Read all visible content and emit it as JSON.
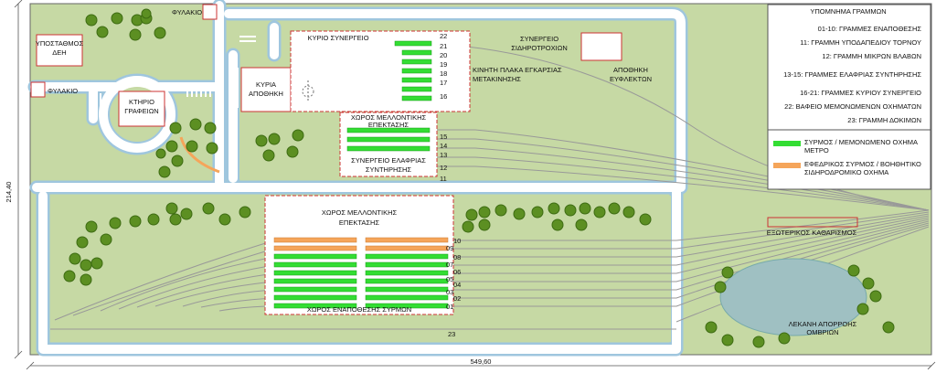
{
  "dimensions": {
    "height": "214,40",
    "width": "549,60"
  },
  "legend": {
    "title": "ΥΠΟΜΝΗΜΑ ΓΡΑΜΜΩΝ",
    "lines": [
      "01-10: ΓΡΑΜΜΕΣ ΕΝΑΠΟΘΕΣΗΣ",
      "11: ΓΡΑΜΜΗ ΥΠΟΔΑΠΕΔΙΟΥ ΤΟΡΝΟΥ",
      "12: ΓΡΑΜΜΗ ΜΙΚΡΩΝ ΒΛΑΒΩΝ",
      "13-15: ΓΡΑΜΜΕΣ ΕΛΑΦΡΙΑΣ ΣΥΝΤΗΡΗΣΗΣ",
      "16-21: ΓΡΑΜΜΕΣ ΚΥΡΙΟΥ ΣΥΝΕΡΓΕΙΟ",
      "22: ΒΑΦΕΙΟ ΜΕΜΟΝΩΜΕΝΩΝ ΟΧΗΜΑΤΩΝ",
      "23: ΓΡΑΜΜΗ ΔΟΚΙΜΩΝ"
    ],
    "swatch_green_label_1": "ΣΥΡΜΟΣ / ΜΕΜΟΝΩΜΕΝΟ ΟΧΗΜΑ",
    "swatch_green_label_2": "ΜΕΤΡΟ",
    "swatch_orange_label_1": "ΕΦΕΔΡΙΚΟΣ ΣΥΡΜΟΣ / ΒΟΗΘΗΤΙΚΟ",
    "swatch_orange_label_2": "ΣΙΔΗΡΟΔΡΟΜΙΚΟ ΟΧΗΜΑ",
    "colors": {
      "green": "#33dd33",
      "orange": "#f5a55a"
    }
  },
  "labels": {
    "guard_top": "ΦΥΛΑΚΙΟ",
    "guard_left": "ΦΥΛΑΚΙΟ",
    "substation_1": "ΥΠΟΣΤΑΘΜΟΣ",
    "substation_2": "ΔΕΗ",
    "office_1": "ΚΤΗΡΙΟ",
    "office_2": "ΓΡΑΦΕΙΩΝ",
    "main_warehouse_1": "ΚΥΡΙΑ",
    "main_warehouse_2": "ΑΠΟΘΗΚΗ",
    "main_workshop": "ΚΥΡΙΟ ΣΥΝΕΡΓΕΙΟ",
    "moving_plate_1": "ΚΙΝΗΤΗ ΠΛΑΚΑ ΕΓΚΑΡΣΙΑΣ",
    "moving_plate_2": "ΜΕΤΑΚΙΝΗΣΗΣ",
    "wheelset_workshop_1": "ΣΥΝΕΡΓΕΙΟ",
    "wheelset_workshop_2": "ΣΙΔΗΡΟΤΡΟΧΙΩΝ",
    "flammables_store_1": "ΑΠΟΘΗΚΗ",
    "flammables_store_2": "ΕΥΦΛΕΚΤΩΝ",
    "future_expansion_small_1": "ΧΩΡΟΣ ΜΕΛΛΟΝΤΙΚΗΣ",
    "future_expansion_small_2": "ΕΠΕΚΤΑΣΗΣ",
    "light_maintenance_1": "ΣΥΝΕΡΓΕΙΟ ΕΛΑΦΡΙΑΣ",
    "light_maintenance_2": "ΣΥΝΤΗΡΗΣΗΣ",
    "future_expansion_big_1": "ΧΩΡΟΣ ΜΕΛΛΟΝΤΙΚΗΣ",
    "future_expansion_big_2": "ΕΠΕΚΤΑΣΗΣ",
    "external_cleaning": "ΕΞΩΤΕΡΙΚΟΣ ΚΑΘΑΡΙΣΜΟΣ",
    "storage_area": "ΧΩΡΟΣ ΕΝΑΠΟΘΕΣΗΣ ΣΥΡΜΩΝ",
    "basin_1": "ΛΕΚΑΝΗ ΑΠΟΡΡΟΗΣ",
    "basin_2": "ΟΜΒΡΙΩΝ"
  },
  "track_numbers": {
    "workshop": [
      "22",
      "21",
      "20",
      "19",
      "18",
      "17",
      "16"
    ],
    "light": [
      "15",
      "14",
      "13",
      "12",
      "11"
    ],
    "storage": [
      "10",
      "09",
      "08",
      "07",
      "06",
      "05",
      "04",
      "03",
      "02",
      "01"
    ],
    "test": "23"
  }
}
